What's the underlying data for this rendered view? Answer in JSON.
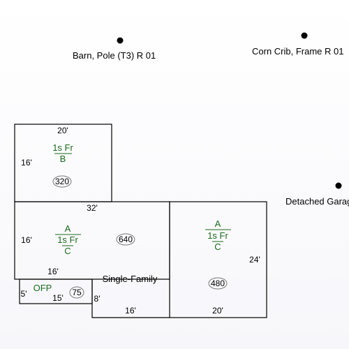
{
  "outbuildings": [
    {
      "label": "Barn, Pole (T3) R 01"
    },
    {
      "label": "Corn Crib, Frame R 01"
    },
    {
      "label": "Detached Garage"
    }
  ],
  "dimensions": {
    "upper_top": "20'",
    "upper_left": "16'",
    "main_top": "32'",
    "main_left": "16'",
    "main_inner_bottom": "16'",
    "ofp_left": "5'",
    "ofp_bottom": "15'",
    "step_left": "8'",
    "bottom_left": "16'",
    "bottom_right": "20'",
    "right_side": "24'"
  },
  "sections": {
    "upper": {
      "code_top": "1s Fr",
      "code_bottom": "B",
      "area": "320"
    },
    "main": {
      "code_top": "A",
      "code_mid": "1s Fr",
      "code_bottom": "C",
      "area": "640"
    },
    "right": {
      "code_top": "A",
      "code_mid": "1s Fr",
      "code_bottom": "C",
      "area": "480"
    },
    "porch": {
      "label": "OFP",
      "area": "75"
    }
  },
  "building_label": "Single-Family"
}
